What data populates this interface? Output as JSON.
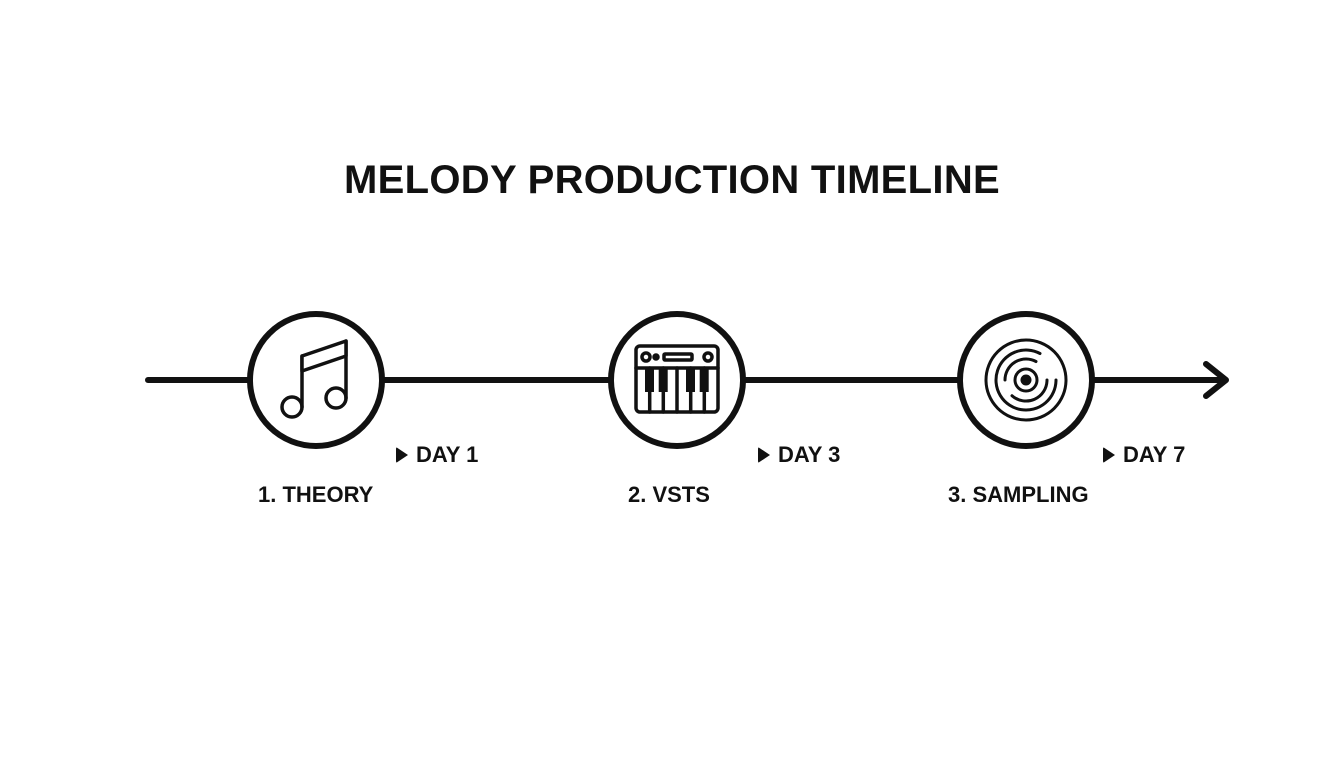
{
  "title": "MELODY PRODUCTION TIMELINE",
  "stages": [
    {
      "label": "1. THEORY",
      "day": "DAY 1",
      "icon": "music-note-icon"
    },
    {
      "label": "2. VSTS",
      "day": "DAY 3",
      "icon": "synth-keyboard-icon"
    },
    {
      "label": "3. SAMPLING",
      "day": "DAY 7",
      "icon": "vinyl-record-icon"
    }
  ],
  "colors": {
    "stroke": "#111111",
    "background": "#ffffff"
  }
}
